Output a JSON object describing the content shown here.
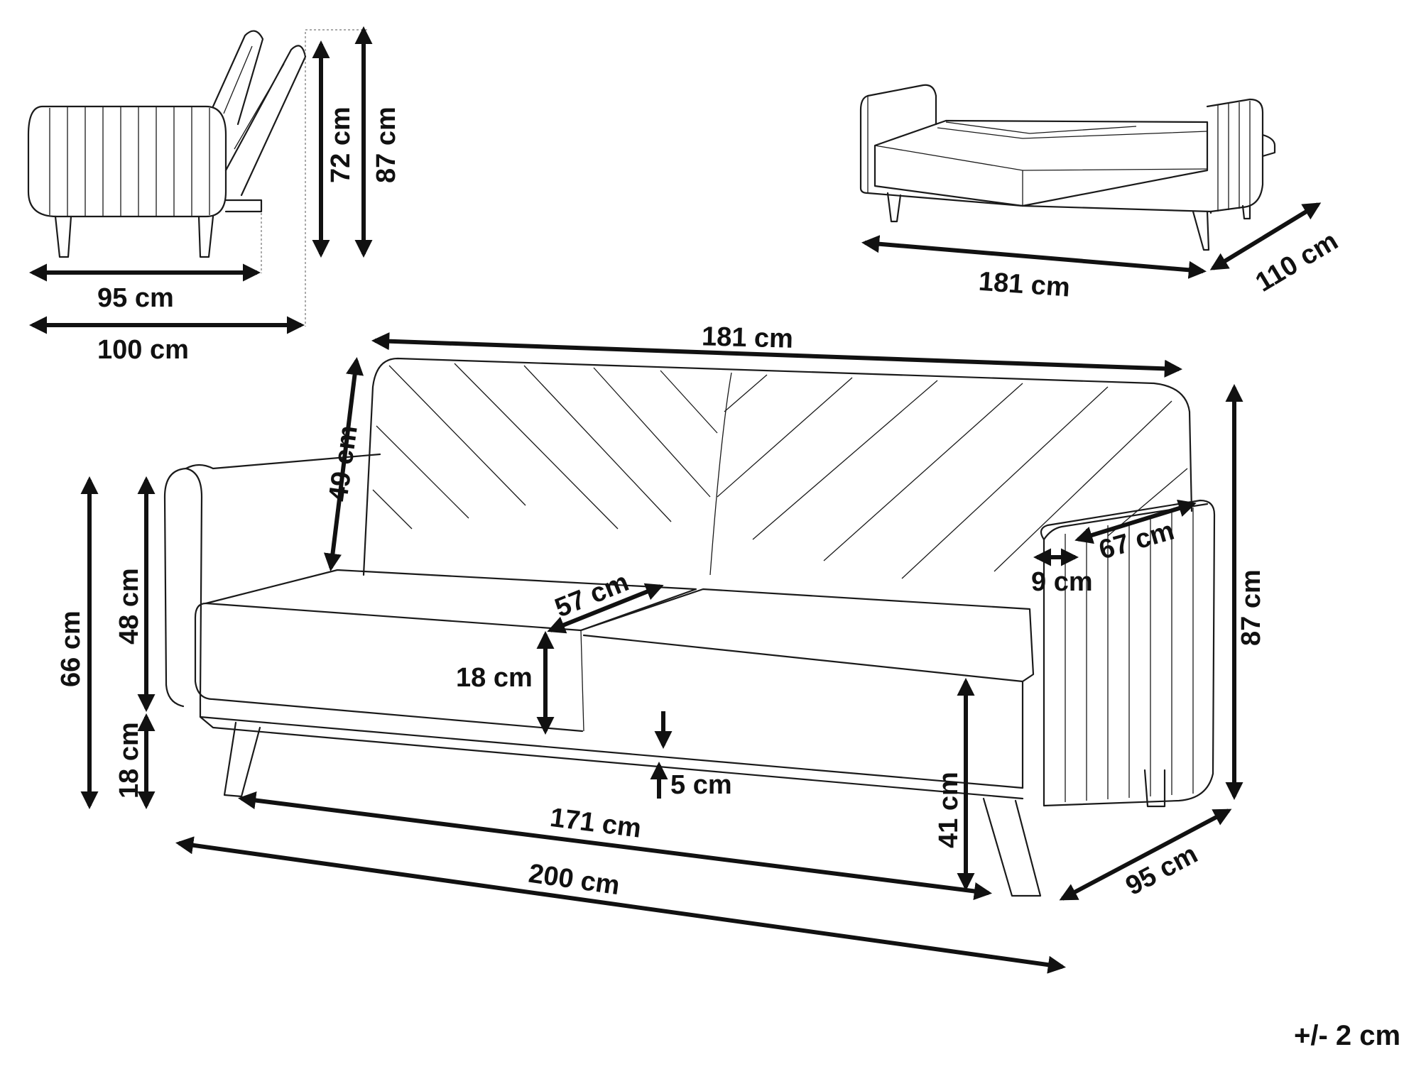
{
  "side_view": {
    "depth_seat": "95 cm",
    "depth_total": "100 cm",
    "height_back": "72 cm",
    "height_total": "87 cm"
  },
  "bed_view": {
    "length": "181 cm",
    "depth": "110 cm"
  },
  "front_view": {
    "top_width": "181 cm",
    "back_height": "49 cm",
    "arm_height": "66 cm",
    "arm_to_seat": "48 cm",
    "leg_height": "18 cm",
    "seat_depth": "57 cm",
    "seat_thickness": "18 cm",
    "frame_gap": "5 cm",
    "arm_length": "67 cm",
    "arm_width": "9 cm",
    "total_height": "87 cm",
    "seat_height": "41 cm",
    "inner_width": "171 cm",
    "total_width": "200 cm",
    "depth": "95 cm"
  },
  "tolerance": "+/- 2 cm"
}
